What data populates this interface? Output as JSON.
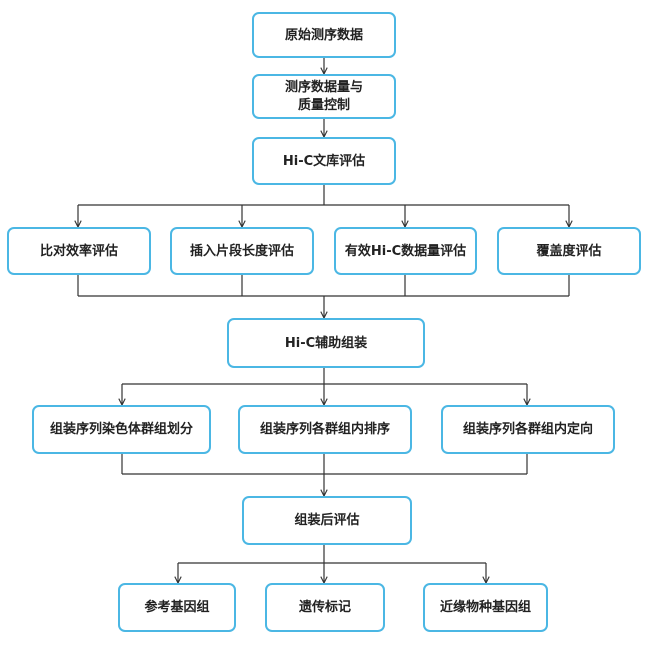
{
  "colors": {
    "node_border": "#4bb7e4",
    "line": "#333333",
    "text": "#222222",
    "background": "#ffffff"
  },
  "nodes": {
    "raw_data": "原始测序数据",
    "qc_line1": "测序数据量与",
    "qc_line2": "质量控制",
    "library_eval": "Hi-C文库评估",
    "alignment_eval": "比对效率评估",
    "insert_size_eval": "插入片段长度评估",
    "valid_data_eval": "有效Hi-C数据量评估",
    "coverage_eval": "覆盖度评估",
    "hic_assembly": "Hi-C辅助组装",
    "chrom_grouping": "组装序列染色体群组划分",
    "group_ordering": "组装序列各群组内排序",
    "group_orientation": "组装序列各群组内定向",
    "post_assembly_eval": "组装后评估",
    "reference_genome": "参考基因组",
    "genetic_markers": "遗传标记",
    "related_species_genome": "近缘物种基因组"
  }
}
